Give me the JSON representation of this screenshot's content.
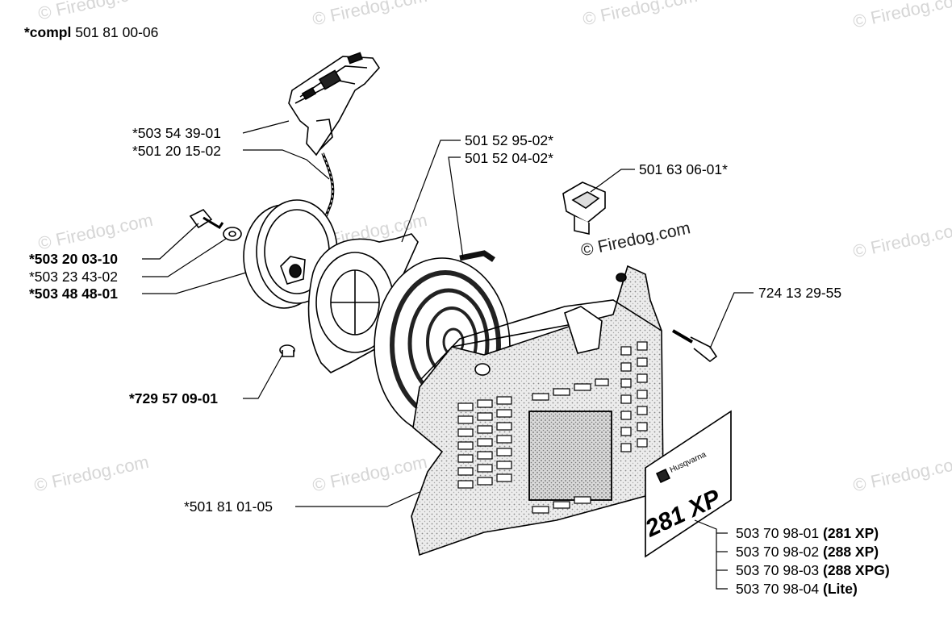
{
  "compl_label": "*compl",
  "compl_number": "501 81 00-06",
  "watermark": "© Firedog.com",
  "parts": {
    "handle": "*503 54 39-01",
    "rope": "*501 20 15-02",
    "screw": "*503 20 03-10",
    "washer": "*503 23 43-02",
    "pulley": "*503 48 48-01",
    "bush": "*729 57 09-01",
    "spring_upper": "501 52 95-02*",
    "spring_lower": "501 52 04-02*",
    "buffer": "501 63 06-01*",
    "bolt": "724 13 29-55",
    "cover": "*501 81 01-05"
  },
  "decal": {
    "brand": "Husqvarna",
    "model": "281 XP",
    "variants": [
      {
        "number": "503 70 98-01",
        "model": "(281 XP)"
      },
      {
        "number": "503 70 98-02",
        "model": "(288 XP)"
      },
      {
        "number": "503 70 98-03",
        "model": "(288 XPG)"
      },
      {
        "number": "503 70 98-04",
        "model": "(Lite)"
      }
    ]
  }
}
